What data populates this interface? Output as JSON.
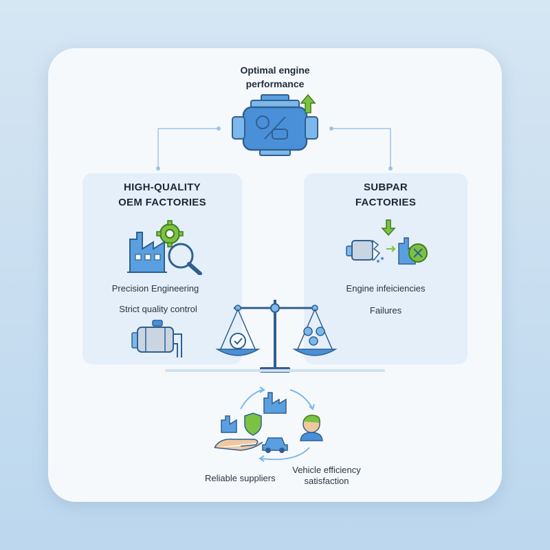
{
  "top": {
    "title_line1": "Optimal engine",
    "title_line2": "performance"
  },
  "left_panel": {
    "title_line1": "HIGH-QUALITY",
    "title_line2": "OEM FACTORIES",
    "item1": "Precision Engineering",
    "item2": "Strict quality control"
  },
  "right_panel": {
    "title_line1": "SUBPAR",
    "title_line2": "FACTORIES",
    "item1": "Engine infeiciencies",
    "item2": "Failures"
  },
  "cycle": {
    "label_left": "Reliable suppliers",
    "label_right_line1": "Vehicle efficiency",
    "label_right_line2": "satisfaction"
  },
  "colors": {
    "primary_blue": "#4a90d9",
    "dark_blue": "#2f5f8f",
    "accent_green": "#7cc242",
    "panel_bg": "#e4eff9"
  }
}
